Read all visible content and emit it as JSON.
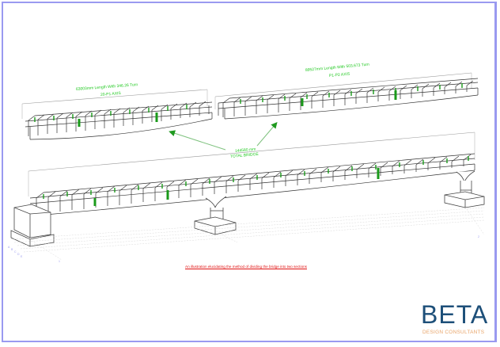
{
  "drawing": {
    "segment_left": {
      "dimension_label": "63003mm Length With 346.26 Turn",
      "axis_label": "20-P1 AXIS"
    },
    "segment_right": {
      "dimension_label": "89527mm Length With 503.673 Turn",
      "axis_label": "P1-P2 AXIS"
    },
    "total": {
      "dimension_label": "144580 mm",
      "axis_label": "TOTAL BRIDGE"
    },
    "caption": "An illustration elucidating the method of dividing the bridge into two sections",
    "colors": {
      "dimension_text": "#22c922",
      "arrow": "#2aa52a",
      "caption": "#e01010",
      "frame": "#9a9af0",
      "linework": "#333333",
      "highlight_member": "#1a9a1a"
    }
  },
  "logo": {
    "word": "BETA",
    "subtitle": "DESIGN CONSULTANTS",
    "word_color": "#1d4f79",
    "subtitle_color": "#e8a468"
  }
}
